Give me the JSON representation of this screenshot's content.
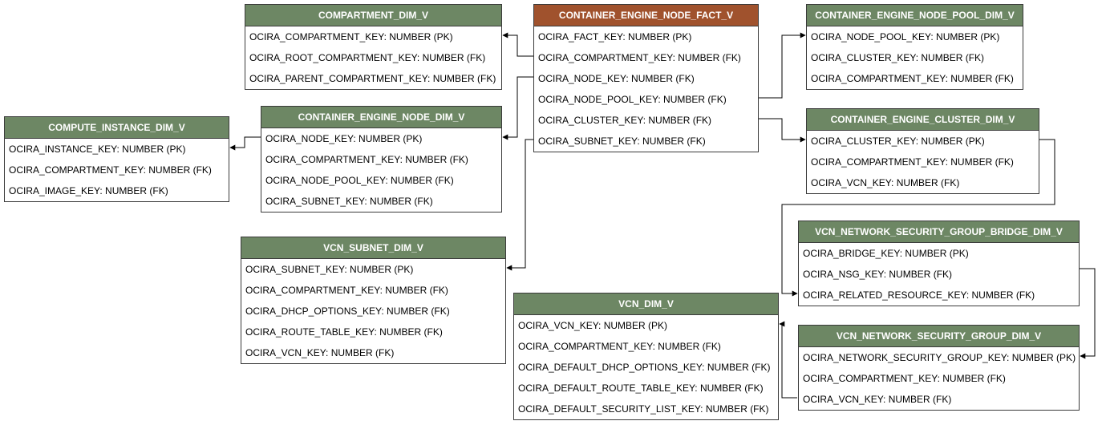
{
  "colors": {
    "dim_header": "#6d8764",
    "fact_header": "#a0522d",
    "border": "#3a3a3a",
    "connector": "#000000"
  },
  "tables": {
    "compartment_dim_v": {
      "title": "COMPARTMENT_DIM_V",
      "rows": [
        "OCIRA_COMPARTMENT_KEY: NUMBER (PK)",
        "OCIRA_ROOT_COMPARTMENT_KEY: NUMBER (FK)",
        "OCIRA_PARENT_COMPARTMENT_KEY: NUMBER (FK)"
      ]
    },
    "container_engine_node_fact_v": {
      "title": "CONTAINER_ENGINE_NODE_FACT_V",
      "rows": [
        "OCIRA_FACT_KEY: NUMBER (PK)",
        "OCIRA_COMPARTMENT_KEY: NUMBER (FK)",
        "OCIRA_NODE_KEY: NUMBER (FK)",
        "OCIRA_NODE_POOL_KEY: NUMBER (FK)",
        "OCIRA_CLUSTER_KEY: NUMBER (FK)",
        "OCIRA_SUBNET_KEY: NUMBER (FK)"
      ]
    },
    "container_engine_node_pool_dim_v": {
      "title": "CONTAINER_ENGINE_NODE_POOL_DIM_V",
      "rows": [
        "OCIRA_NODE_POOL_KEY: NUMBER (PK)",
        "OCIRA_CLUSTER_KEY: NUMBER (FK)",
        "OCIRA_COMPARTMENT_KEY: NUMBER (FK)"
      ]
    },
    "compute_instance_dim_v": {
      "title": "COMPUTE_INSTANCE_DIM_V",
      "rows": [
        "OCIRA_INSTANCE_KEY: NUMBER (PK)",
        "OCIRA_COMPARTMENT_KEY: NUMBER (FK)",
        "OCIRA_IMAGE_KEY: NUMBER (FK)"
      ]
    },
    "container_engine_node_dim_v": {
      "title": "CONTAINER_ENGINE_NODE_DIM_V",
      "rows": [
        "OCIRA_NODE_KEY: NUMBER (PK)",
        "OCIRA_COMPARTMENT_KEY: NUMBER (FK)",
        "OCIRA_NODE_POOL_KEY: NUMBER (FK)",
        "OCIRA_SUBNET_KEY: NUMBER (FK)"
      ]
    },
    "container_engine_cluster_dim_v": {
      "title": "CONTAINER_ENGINE_CLUSTER_DIM_V",
      "rows": [
        "OCIRA_CLUSTER_KEY: NUMBER (PK)",
        "OCIRA_COMPARTMENT_KEY: NUMBER (FK)",
        "OCIRA_VCN_KEY: NUMBER (FK)"
      ]
    },
    "vcn_network_security_group_bridge_dim_v": {
      "title": "VCN_NETWORK_SECURITY_GROUP_BRIDGE_DIM_V",
      "rows": [
        "OCIRA_BRIDGE_KEY: NUMBER (PK)",
        "OCIRA_NSG_KEY: NUMBER (FK)",
        "OCIRA_RELATED_RESOURCE_KEY: NUMBER (FK)"
      ]
    },
    "vcn_subnet_dim_v": {
      "title": "VCN_SUBNET_DIM_V",
      "rows": [
        "OCIRA_SUBNET_KEY: NUMBER (PK)",
        "OCIRA_COMPARTMENT_KEY: NUMBER (FK)",
        "OCIRA_DHCP_OPTIONS_KEY: NUMBER (FK)",
        "OCIRA_ROUTE_TABLE_KEY: NUMBER (FK)",
        "OCIRA_VCN_KEY: NUMBER (FK)"
      ]
    },
    "vcn_dim_v": {
      "title": "VCN_DIM_V",
      "rows": [
        "OCIRA_VCN_KEY: NUMBER (PK)",
        "OCIRA_COMPARTMENT_KEY: NUMBER (FK)",
        "OCIRA_DEFAULT_DHCP_OPTIONS_KEY: NUMBER (FK)",
        "OCIRA_DEFAULT_ROUTE_TABLE_KEY: NUMBER (FK)",
        "OCIRA_DEFAULT_SECURITY_LIST_KEY: NUMBER (FK)"
      ]
    },
    "vcn_network_security_group_dim_v": {
      "title": "VCN_NETWORK_SECURITY_GROUP_DIM_V",
      "rows": [
        "OCIRA_NETWORK_SECURITY_GROUP_KEY: NUMBER (PK)",
        "OCIRA_COMPARTMENT_KEY: NUMBER (FK)",
        "OCIRA_VCN_KEY: NUMBER (FK)"
      ]
    }
  }
}
